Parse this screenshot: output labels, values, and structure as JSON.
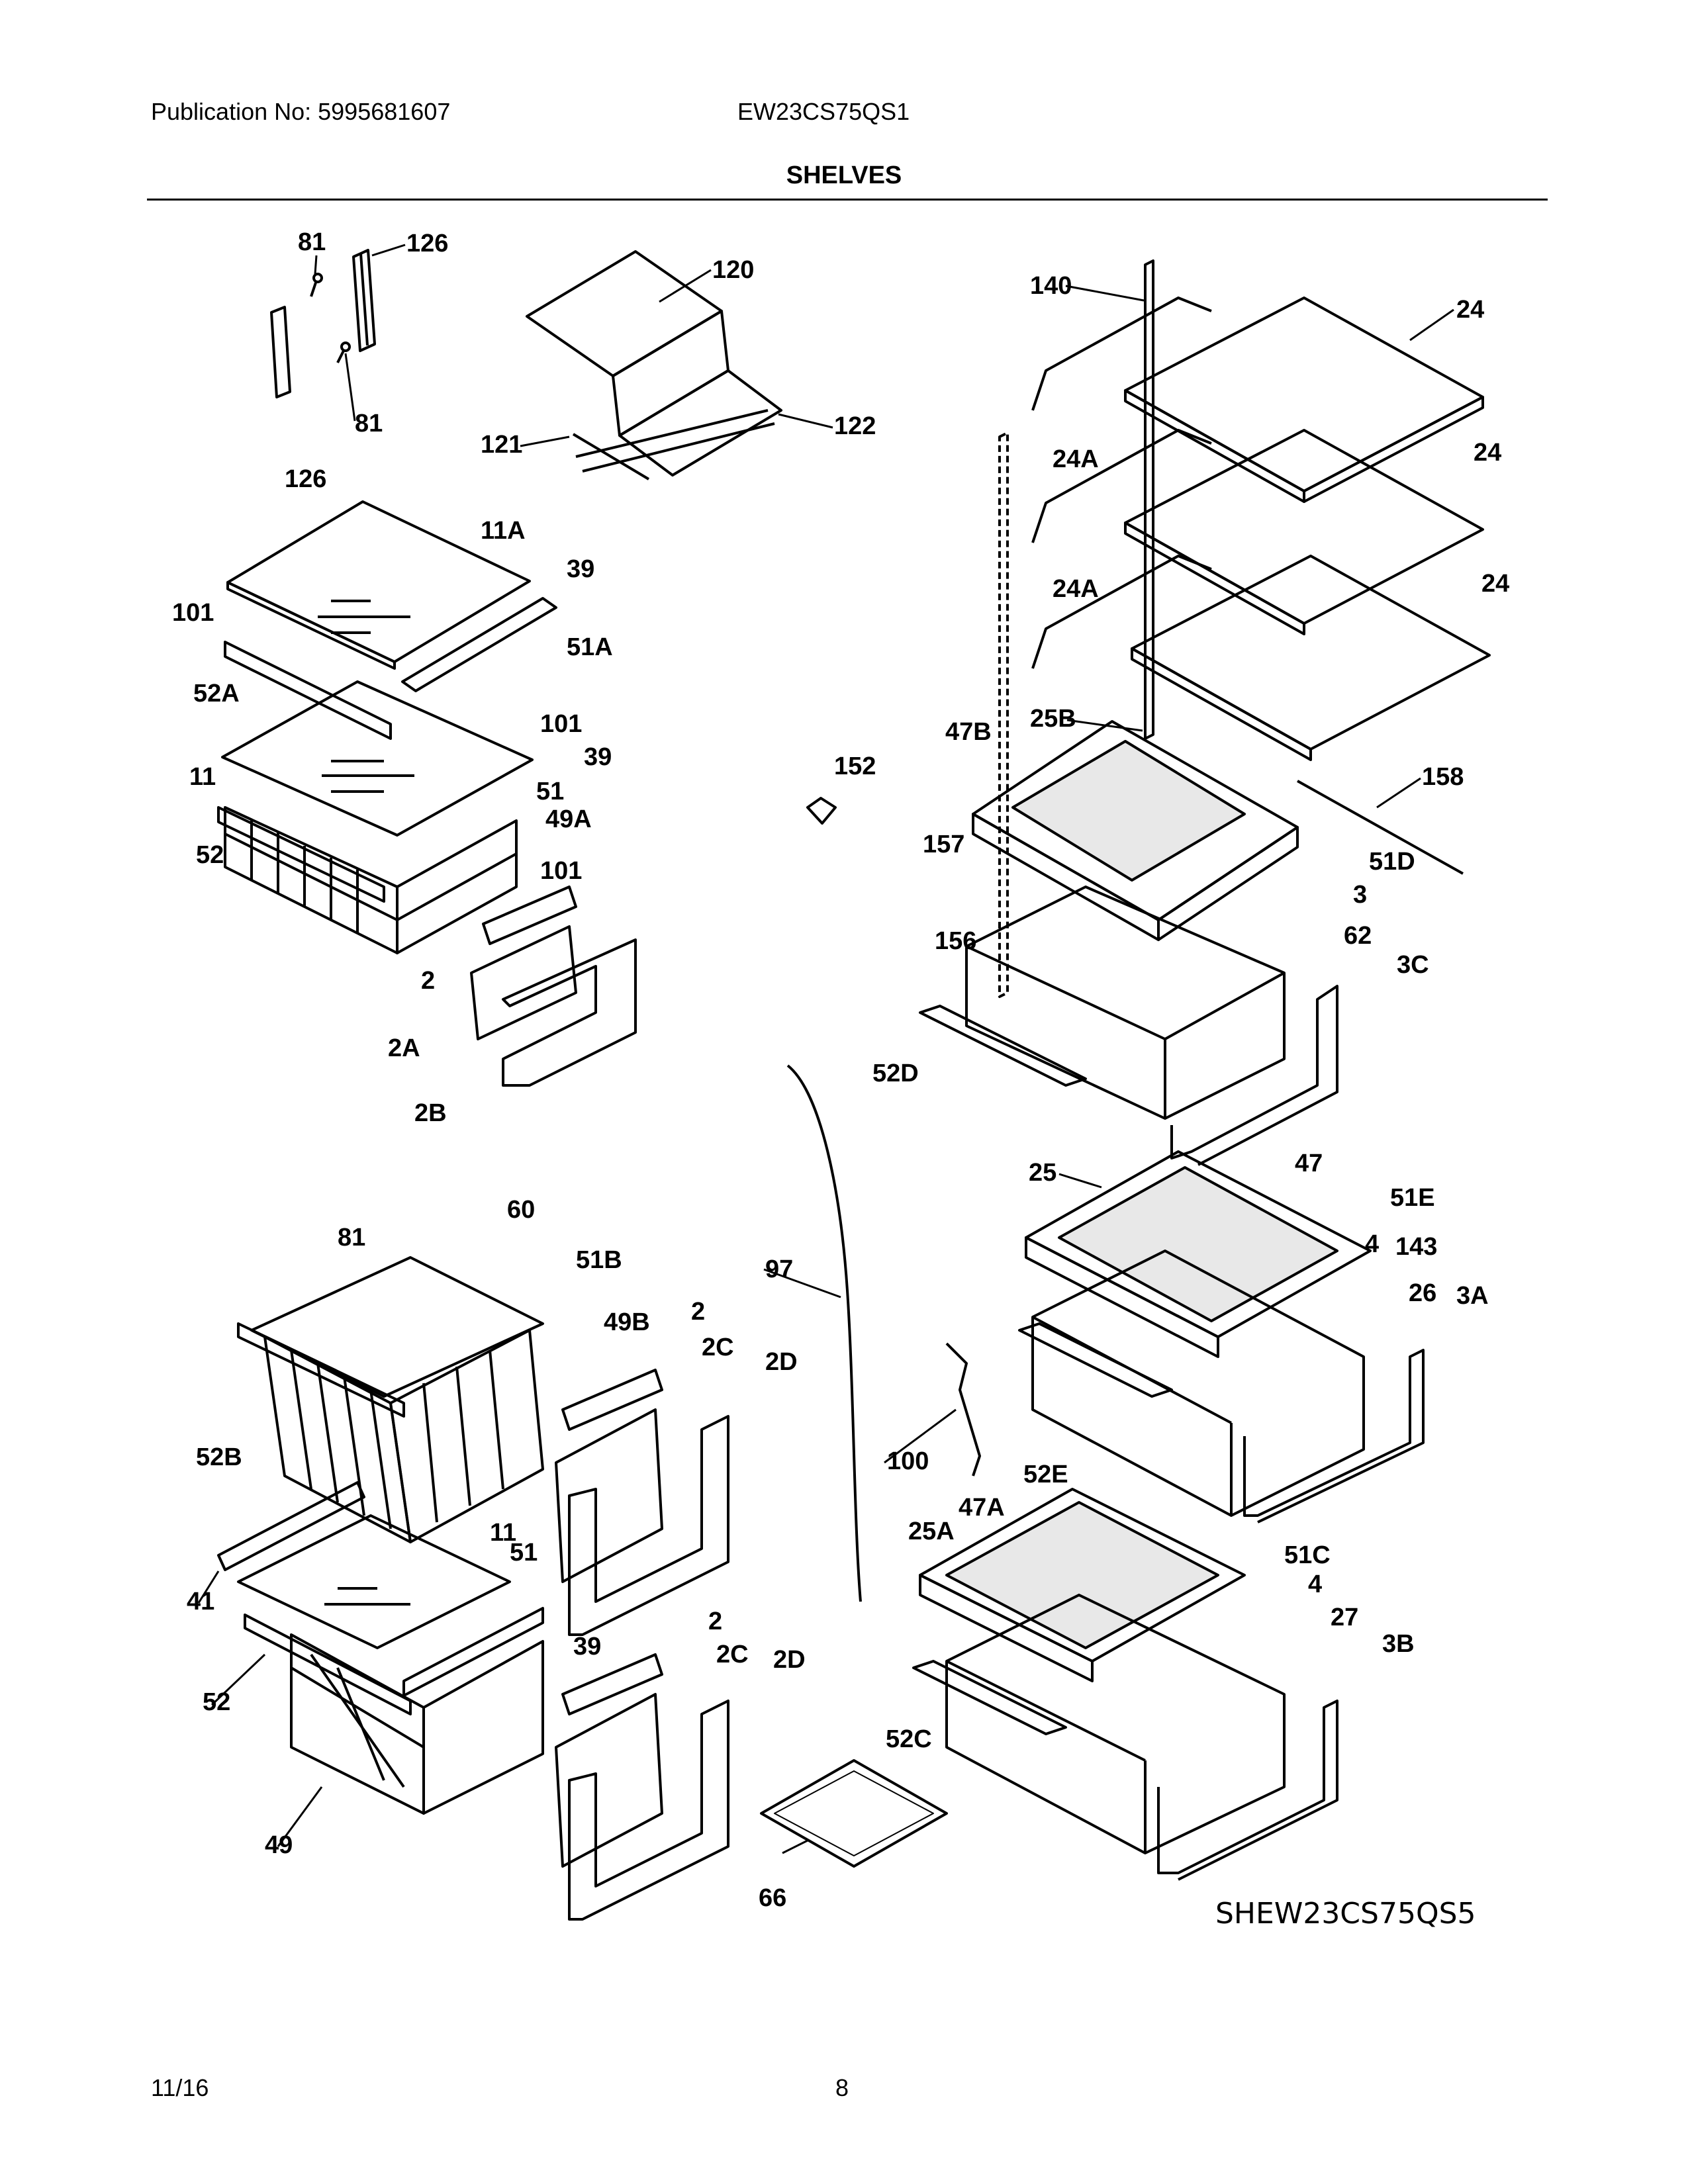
{
  "header": {
    "publication": "Publication No: 5995681607",
    "model": "EW23CS75QS1",
    "section_title": "SHELVES"
  },
  "footer": {
    "date": "11/16",
    "page": "8"
  },
  "diagram_code": "SHEW23CS75QS5",
  "callouts": [
    "81",
    "126",
    "120",
    "121",
    "122",
    "11A",
    "39",
    "101",
    "51A",
    "52A",
    "11",
    "49A",
    "51",
    "52",
    "2",
    "2A",
    "2B",
    "140",
    "24",
    "24A",
    "25B",
    "47B",
    "152",
    "157",
    "156",
    "52D",
    "158",
    "51D",
    "3",
    "62",
    "3C",
    "25",
    "47",
    "51E",
    "4",
    "143",
    "26",
    "3A",
    "52E",
    "47A",
    "25A",
    "100",
    "97",
    "51C",
    "27",
    "3B",
    "52C",
    "66",
    "60",
    "51B",
    "49B",
    "2C",
    "2D",
    "52B",
    "41",
    "49"
  ]
}
